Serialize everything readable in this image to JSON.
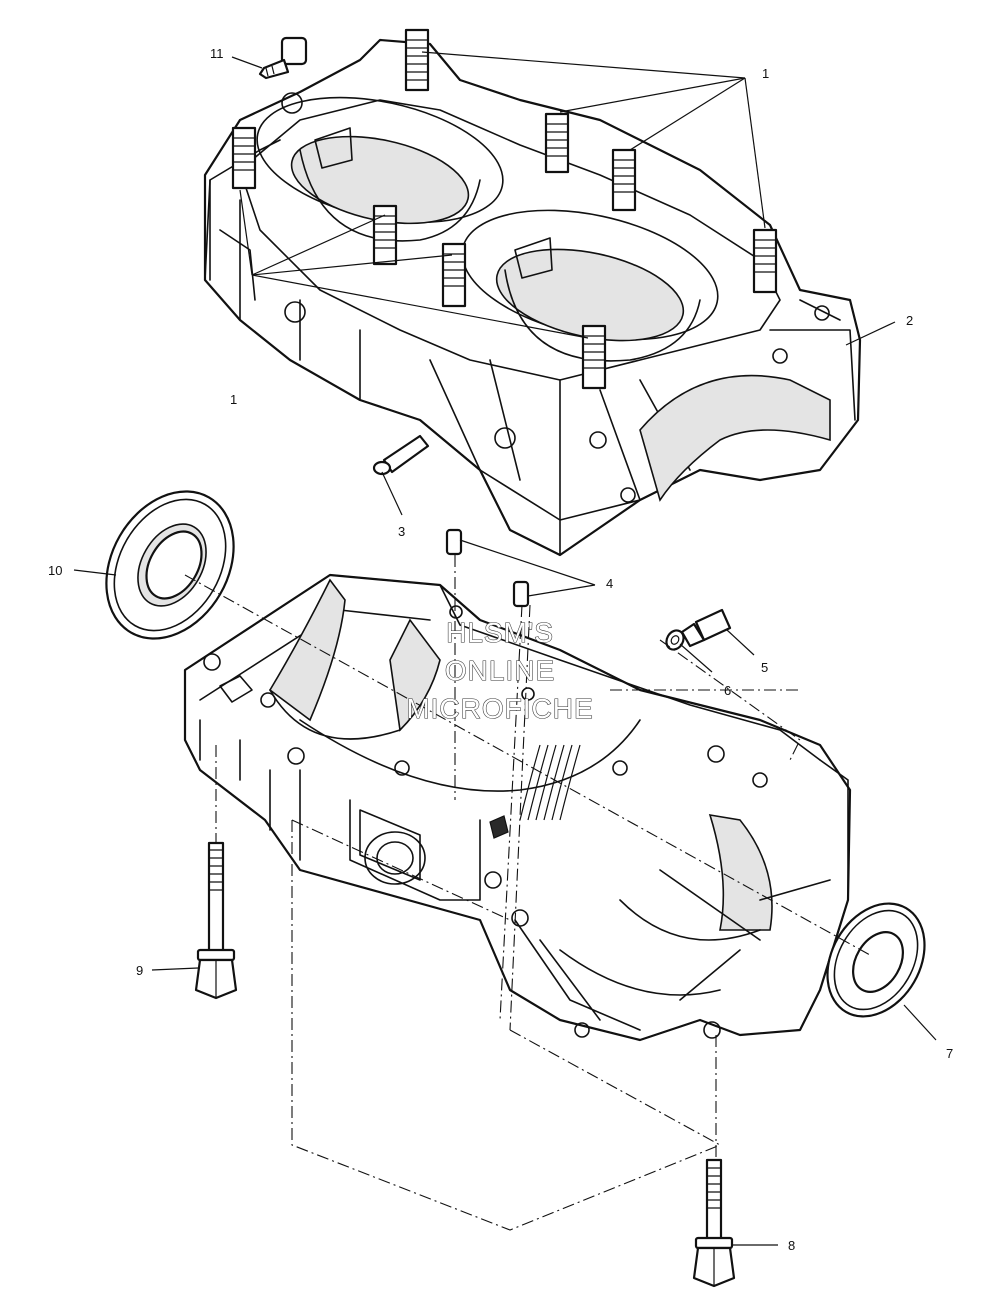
{
  "callouts": {
    "c1_top": "1",
    "c1_left": "1",
    "c2": "2",
    "c3": "3",
    "c4": "4",
    "c5": "5",
    "c6": "6",
    "c7": "7",
    "c8": "8",
    "c9": "9",
    "c10": "10",
    "c11": "11"
  },
  "watermark": {
    "line1": "HLSM'S",
    "line2": "ONLINE",
    "line3": "MICROFICHE"
  }
}
